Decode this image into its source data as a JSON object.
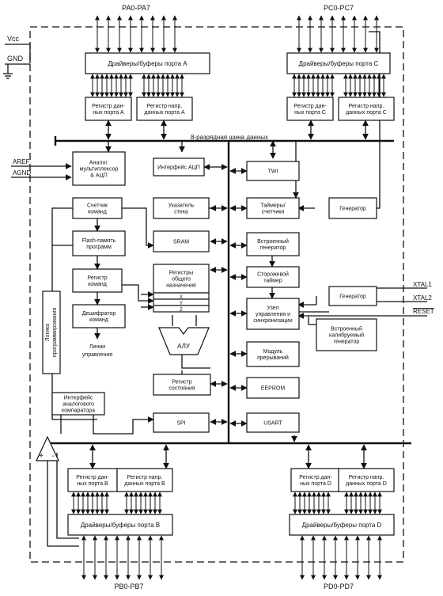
{
  "pins": {
    "port_a": "PA0-PA7",
    "port_c": "PC0-PC7",
    "port_b": "PB0-PB7",
    "port_d": "PD0-PD7",
    "vcc": "Vcc",
    "gnd": "GND",
    "aref": "AREF",
    "agnd": "AGND",
    "xtal1": "XTAL1",
    "xtal2": "XTAL2",
    "reset": "RESET"
  },
  "bus_label": "8-разрядная шина данных",
  "blocks": {
    "drivers_a": [
      "Драйверы/буферы порта A"
    ],
    "drivers_c": [
      "Драйверы/буферы порта C"
    ],
    "reg_data_a": [
      "Регистр дан-",
      "ных порта A"
    ],
    "reg_dir_a": [
      "Регистр напр.",
      "данных порта A"
    ],
    "reg_data_c": [
      "Регистр дан-",
      "ных порта C"
    ],
    "reg_dir_c": [
      "Регистр напр.",
      "данных порта C"
    ],
    "adc_mux": [
      "Аналог.",
      "мультиплексор",
      "& АЦП"
    ],
    "alu_if": [
      "Интерфейс АЦП"
    ],
    "twi": [
      "TWI"
    ],
    "pc": [
      "Счетчик",
      "команд"
    ],
    "sp": [
      "Указатель",
      "стека"
    ],
    "timers": [
      "Таймеры/",
      "счетчики"
    ],
    "osc_top": [
      "Генератор"
    ],
    "flash": [
      "Flash-память",
      "программ"
    ],
    "sram": [
      "SRAM"
    ],
    "int_osc": [
      "Встроенный",
      "генератор"
    ],
    "ir": [
      "Регистр",
      "команд"
    ],
    "gpr": [
      "Регистры",
      "общего",
      "назначения"
    ],
    "wdt": [
      "Сторожевой",
      "таймер"
    ],
    "osc_xtal": [
      "Генератор"
    ],
    "decoder": [
      "Дешифратор",
      "команд"
    ],
    "ctrl": [
      "Узел",
      "управления и",
      "синхронизации"
    ],
    "cal_osc": [
      "Встроенный",
      "калибруемый",
      "генератор"
    ],
    "prog_logic": [
      "Логика",
      "программирования"
    ],
    "ctrl_lines": [
      "Линии",
      "управления"
    ],
    "alu": [
      "АЛУ"
    ],
    "int_unit": [
      "Модуль",
      "прерываний"
    ],
    "status": [
      "Регистр",
      "состояния"
    ],
    "eeprom": [
      "EEPROM"
    ],
    "comp_if": [
      "Интерфейс",
      "аналогового",
      "компаратора"
    ],
    "spi": [
      "SPI"
    ],
    "usart": [
      "USART"
    ],
    "reg_data_b": [
      "Регистр дан-",
      "ных порта B"
    ],
    "reg_dir_b": [
      "Регистр напр.",
      "данных порта B"
    ],
    "reg_data_d": [
      "Регистр дан-",
      "ных порта D"
    ],
    "reg_dir_d": [
      "Регистр напр.",
      "данных порта D"
    ],
    "drivers_b": [
      "Драйверы/буферы порта B"
    ],
    "drivers_d": [
      "Драйверы/буферы порта D"
    ]
  },
  "gpr_rows": [
    "X",
    "Y",
    "Z"
  ],
  "comparator_signs": [
    "+",
    "-"
  ]
}
